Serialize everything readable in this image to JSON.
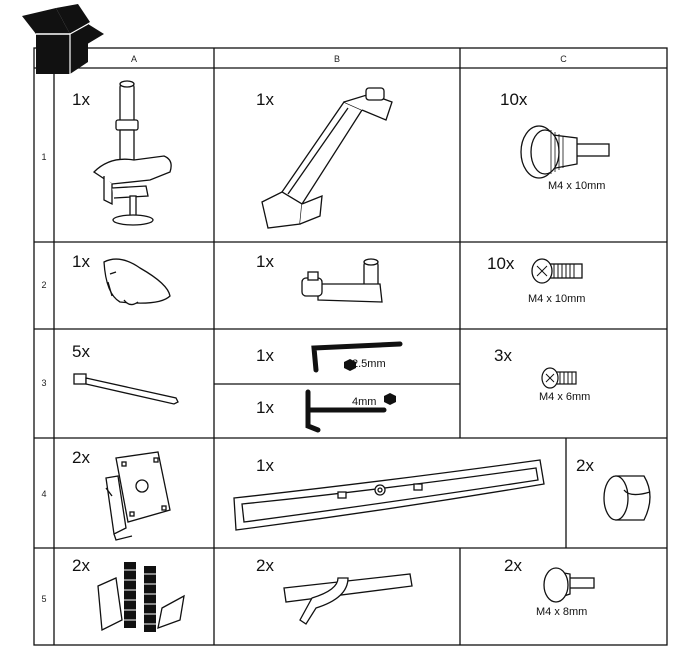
{
  "columns": [
    "A",
    "B",
    "C"
  ],
  "rows": [
    "1",
    "2",
    "3",
    "4",
    "5"
  ],
  "cells": {
    "r1a": {
      "qty": "1x",
      "icon": "desk-clamp-pole-icon"
    },
    "r1b": {
      "qty": "1x",
      "icon": "monitor-arm-icon"
    },
    "r1c": {
      "qty": "10x",
      "icon": "thumb-screw-icon",
      "label": "M4 x 10mm"
    },
    "r2a": {
      "qty": "1x",
      "icon": "cable-cover-icon"
    },
    "r2b": {
      "qty": "1x",
      "icon": "arm-extension-icon"
    },
    "r2c": {
      "qty": "10x",
      "icon": "phillips-screw-icon",
      "label": "M4 x 10mm"
    },
    "r3a": {
      "qty": "5x",
      "icon": "cable-tie-icon"
    },
    "r3b1": {
      "qty": "1x",
      "icon": "allen-key-icon",
      "label": "2.5mm"
    },
    "r3b2": {
      "qty": "1x",
      "icon": "t-handle-key-icon",
      "label": "4mm"
    },
    "r3c": {
      "qty": "3x",
      "icon": "phillips-screw-small-icon",
      "label": "M4 x 6mm"
    },
    "r4a": {
      "qty": "2x",
      "icon": "vesa-bracket-icon"
    },
    "r4b": {
      "qty": "1x",
      "icon": "crossbar-icon"
    },
    "r4c": {
      "qty": "2x",
      "icon": "end-cap-icon"
    },
    "r5a": {
      "qty": "2x",
      "icon": "velcro-strap-icon"
    },
    "r5b": {
      "qty": "2x",
      "icon": "cable-clip-icon"
    },
    "r5c": {
      "qty": "2x",
      "icon": "thumb-screw-small-icon",
      "label": "M4 x 8mm"
    }
  }
}
